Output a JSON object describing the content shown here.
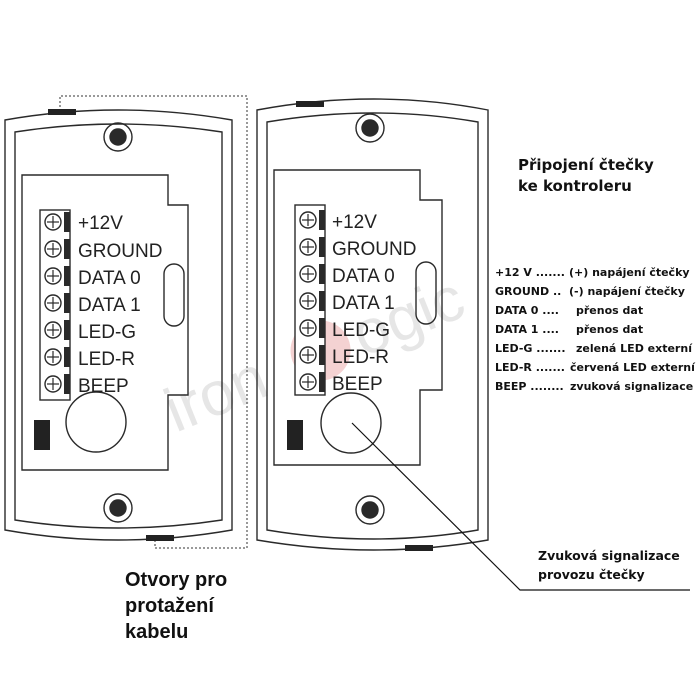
{
  "watermark": {
    "left": "iron",
    "right": "ogic"
  },
  "terminals": [
    "+12V",
    "GROUND",
    "DATA 0",
    "DATA 1",
    "LED-G",
    "LED-R",
    "BEEP"
  ],
  "title": {
    "line1": "Připojení čtečky",
    "line2": "ke kontroleru"
  },
  "legend": [
    {
      "key": "+12 V .......",
      "value": "(+) napájení čtečky"
    },
    {
      "key": "GROUND ..",
      "value": "(-) napájení čtečky"
    },
    {
      "key": "DATA 0 ....",
      "value": "přenos dat"
    },
    {
      "key": "DATA 1 ....",
      "value": "přenos dat"
    },
    {
      "key": "LED-G .......",
      "value": "zelená LED externí"
    },
    {
      "key": "LED-R .......",
      "value": "červená LED externí"
    },
    {
      "key": "BEEP ........",
      "value": "zvuková signalizace"
    }
  ],
  "callout": {
    "line1": "Zvuková signalizace",
    "line2": "provozu čtečky"
  },
  "holes_label": {
    "line1": "Otvory pro",
    "line2": "protažení",
    "line3": "kabelu"
  },
  "colors": {
    "outline": "#2a2a2a",
    "watermark_badge": "#f4d2d2",
    "watermark_text": "#e6e6e6"
  }
}
